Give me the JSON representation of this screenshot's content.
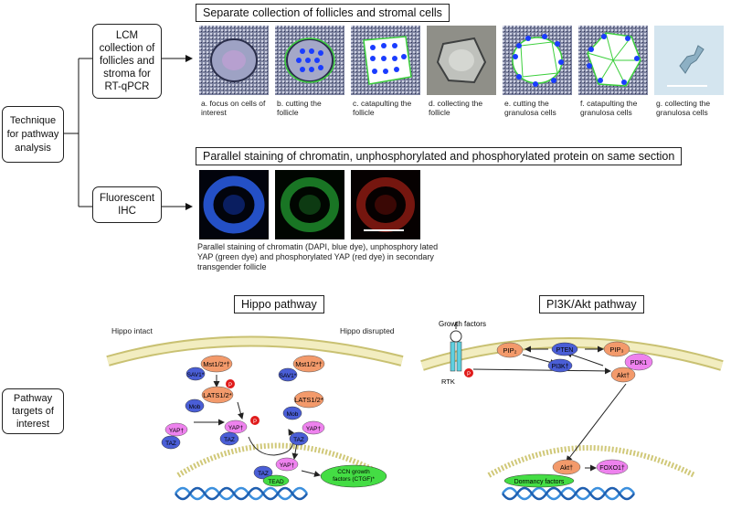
{
  "technique_box": "Technique\nfor pathway\nanalysis",
  "lcm_box": "LCM\ncollection of\nfollicles and\nstroma for\nRT-qPCR",
  "ihc_box": "Fluorescent\nIHC",
  "targets_box": "Pathway\ntargets of\ninterest",
  "lcm_header": "Separate collection of follicles and stromal cells",
  "lcm_steps": [
    "a. focus on cells of interest",
    "b. cutting the follicle",
    "c. catapulting the follicle",
    "d. collecting the follicle",
    "e. cutting the granulosa cells",
    "f. catapulting the granulosa cells",
    "g. collecting the granulosa cells"
  ],
  "ihc_header": "Parallel staining of chromatin, unphosphorylated and phosphorylated protein on same section",
  "ihc_caption": "Parallel staining of chromatin (DAPI, blue dye), unphosphory lated YAP (green dye) and phosphorylated YAP (red dye) in secondary transgender follicle",
  "hippo": {
    "title": "Hippo pathway",
    "intact": "Hippo intact",
    "disrupted": "Hippo disrupted",
    "mst": "Mst1/2*†",
    "sav": "SAV1*",
    "lats": "LATS1/2*",
    "mob": "Mob",
    "yap": "YAP†",
    "taz": "TAZ",
    "tead": "TEAD",
    "p": "P",
    "ccn": "CCN growth factors (CTGF)*"
  },
  "pi3k": {
    "title": "PI3K/Akt pathway",
    "growth_factors": "Growth factors",
    "rtk": "RTK",
    "pip2": "PIP₂",
    "pip3": "PIP₃",
    "pten": "PTEN",
    "pi3k": "PI3K†",
    "pdk1": "PDK1",
    "akt": "Akt†",
    "foxo": "FOXO1†",
    "dormancy": "Dormancy factors",
    "p": "P"
  },
  "colors": {
    "orange": "#f39a6b",
    "blue": "#4a5ed6",
    "pink": "#ee82ee",
    "green": "#44dd44",
    "red": "#e01b1b",
    "membrane": "#e8e2a0",
    "dna": "#3b8fdd"
  }
}
